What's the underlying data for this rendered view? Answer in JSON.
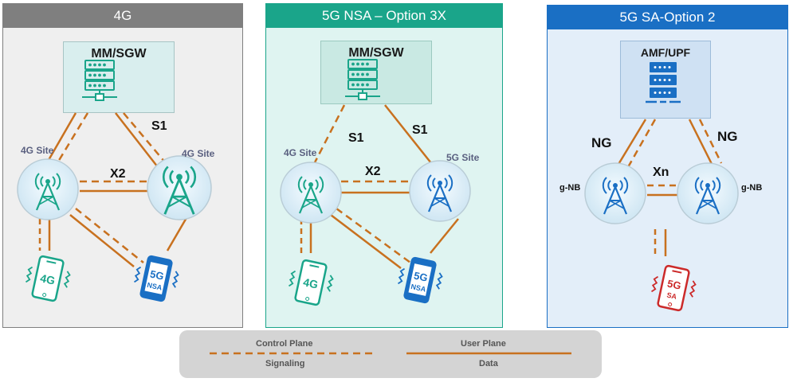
{
  "panels": {
    "p4g": {
      "title": "4G",
      "core": "MM/SGW",
      "link_core": "S1",
      "link_x": "X2",
      "site_a": "4G Site",
      "site_b": "4G Site",
      "phone_a": "4G",
      "phone_b_top": "5G",
      "phone_b_bottom": "NSA"
    },
    "nsa": {
      "title": "5G NSA – Option 3X",
      "core": "MM/SGW",
      "link_core_a": "S1",
      "link_core_b": "S1",
      "link_x": "X2",
      "site_a": "4G Site",
      "site_b": "5G Site",
      "phone_a": "4G",
      "phone_b_top": "5G",
      "phone_b_bottom": "NSA"
    },
    "sa": {
      "title": "5G SA-Option 2",
      "core": "AMF/UPF",
      "link_core_a": "NG",
      "link_core_b": "NG",
      "link_x": "Xn",
      "site_a": "g-NB",
      "site_b": "g-NB",
      "phone_top": "5G",
      "phone_bottom": "SA"
    }
  },
  "legend": {
    "control": "Control Plane",
    "signaling": "Signaling",
    "user": "User Plane",
    "data": "Data"
  },
  "colors": {
    "line": "#c8711f",
    "header_4g": "#7f7f7f",
    "header_nsa": "#1aa58a",
    "header_sa": "#1a6fc4",
    "teal": "#1aa58a",
    "blue": "#1a6fc4",
    "red": "#cc2a2a"
  }
}
